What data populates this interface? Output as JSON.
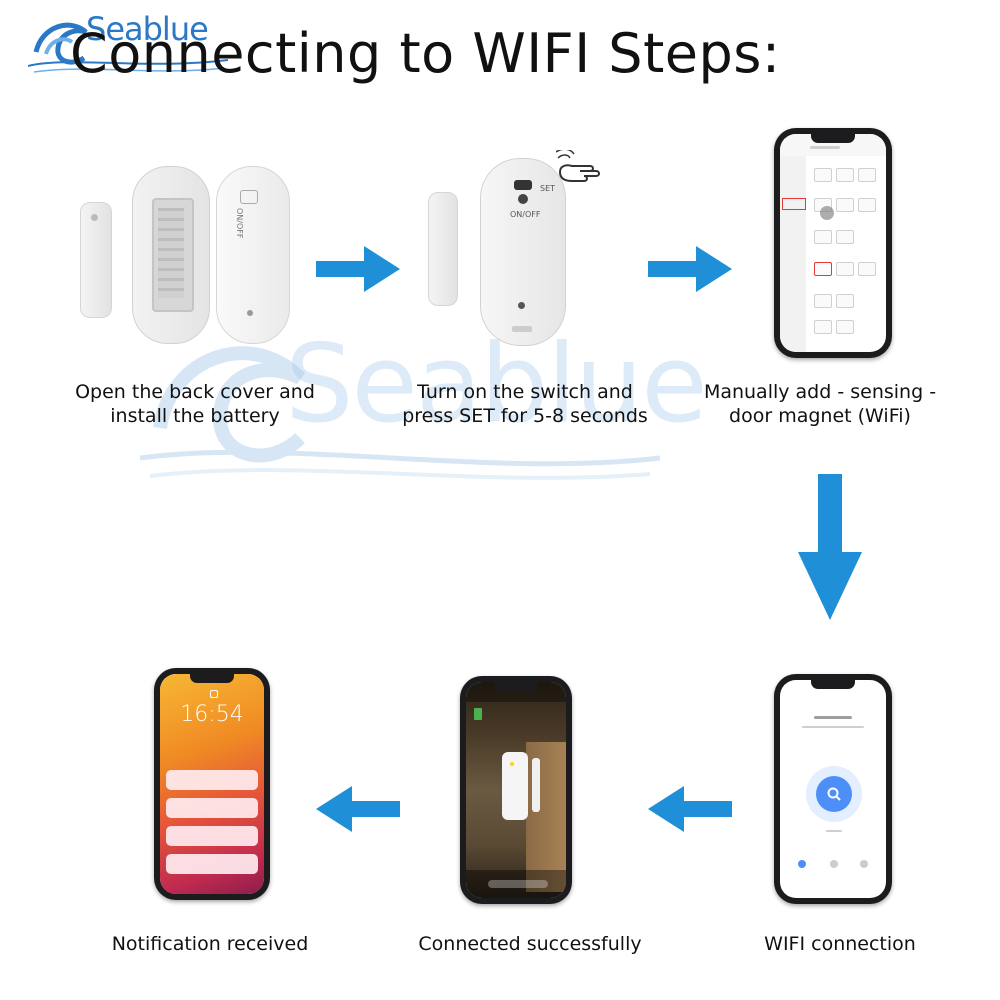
{
  "header": {
    "brand": "Seablue",
    "title": "Connecting to WIFI Steps:"
  },
  "watermark": "Seablue",
  "colors": {
    "arrow": "#1f8fd8",
    "brand": "#2a78c6",
    "text": "#111111"
  },
  "steps": [
    {
      "caption_line1": "Open the back cover and",
      "caption_line2": "install the battery"
    },
    {
      "caption_line1": "Turn on the switch and",
      "caption_line2": "press SET for 5-8 seconds"
    },
    {
      "caption_line1": "Manually add - sensing -",
      "caption_line2": "door magnet (WiFi)"
    },
    {
      "caption_line1": "WIFI connection"
    },
    {
      "caption_line1": "Connected successfully"
    },
    {
      "caption_line1": "Notification received"
    }
  ],
  "device": {
    "switch_label": "ON/OFF",
    "set_label": "SET"
  },
  "lock_screen": {
    "time": "16:54"
  }
}
